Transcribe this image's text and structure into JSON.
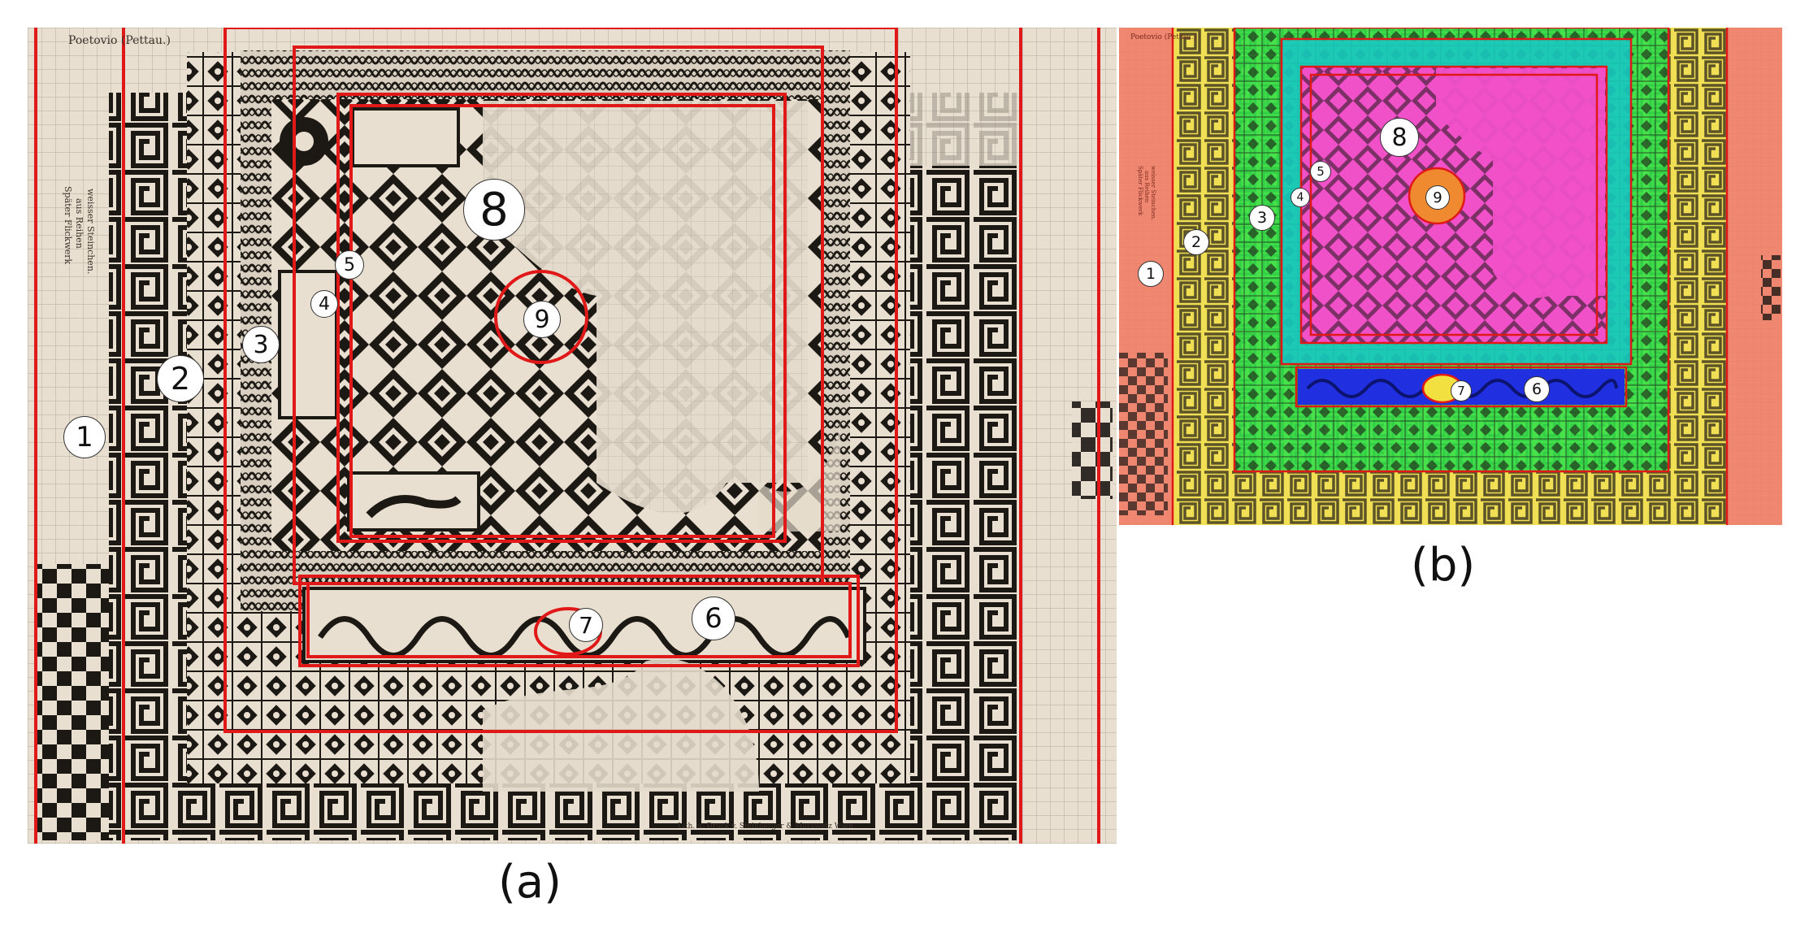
{
  "figure": {
    "panel_a": {
      "caption": "(a)",
      "plate_title": "Poetovio (Pettau.)",
      "side_note": [
        "Später Flickwerk",
        "aus Reihen",
        "weisser Steinchen."
      ],
      "publisher_line": "Lith. u. Druck v. Steinberger & Morawetz Wien",
      "zones": [
        {
          "label": "1"
        },
        {
          "label": "2"
        },
        {
          "label": "3"
        },
        {
          "label": "4"
        },
        {
          "label": "5"
        },
        {
          "label": "6"
        },
        {
          "label": "7"
        },
        {
          "label": "8"
        },
        {
          "label": "9"
        }
      ]
    },
    "panel_b": {
      "caption": "(b)",
      "plate_title": "Poetovio (Pettau.)",
      "side_note": [
        "Später Flickwerk",
        "aus Reihen",
        "weisser Steinchen."
      ],
      "zones": [
        {
          "label": "1",
          "color": "#f07860"
        },
        {
          "label": "2",
          "color": "#f2e040"
        },
        {
          "label": "3",
          "color": "#2ee04a"
        },
        {
          "label": "4",
          "color": "#18c8c0"
        },
        {
          "label": "5",
          "color": "#18c8c0"
        },
        {
          "label": "6",
          "color": "#2030e0"
        },
        {
          "label": "7",
          "color": "#f2e040"
        },
        {
          "label": "8",
          "color": "#f050c8"
        },
        {
          "label": "9",
          "color": "#f08a30"
        }
      ]
    },
    "colors": {
      "outline": "#e01818",
      "ink": "#1c1814",
      "paper": "#e9dfd0"
    }
  }
}
